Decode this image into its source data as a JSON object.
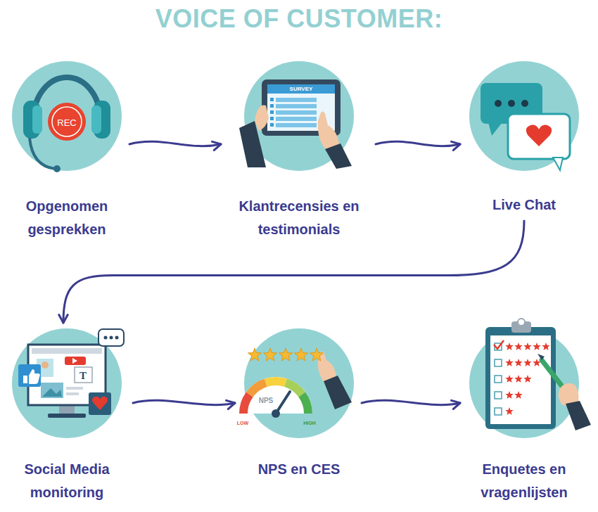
{
  "diagram": {
    "title": "VOICE OF CUSTOMER:",
    "nodes": [
      {
        "text": [
          "Opgenomen gesprekken"
        ]
      },
      {
        "text": [
          "Klantrecensies en testimonials"
        ]
      },
      {
        "text": [
          "Live Chat"
        ]
      },
      {
        "text": [
          "Social Media monitoring"
        ]
      },
      {
        "text": [
          "NPS en CES"
        ]
      },
      {
        "text": [
          "Enquetes en vragenlijsten"
        ]
      }
    ],
    "edges": [
      {
        "from": 0,
        "to": 1,
        "arrow": "to"
      },
      {
        "from": 1,
        "to": 2,
        "arrow": "to"
      },
      {
        "from": 2,
        "to": 3,
        "arrow": "to"
      },
      {
        "from": 3,
        "to": 4,
        "arrow": "to"
      },
      {
        "from": 4,
        "to": 5,
        "arrow": "to"
      }
    ],
    "labels": [
      "REC",
      "SURVEY",
      "T",
      "NPS",
      "LOW",
      "HIGH"
    ]
  }
}
